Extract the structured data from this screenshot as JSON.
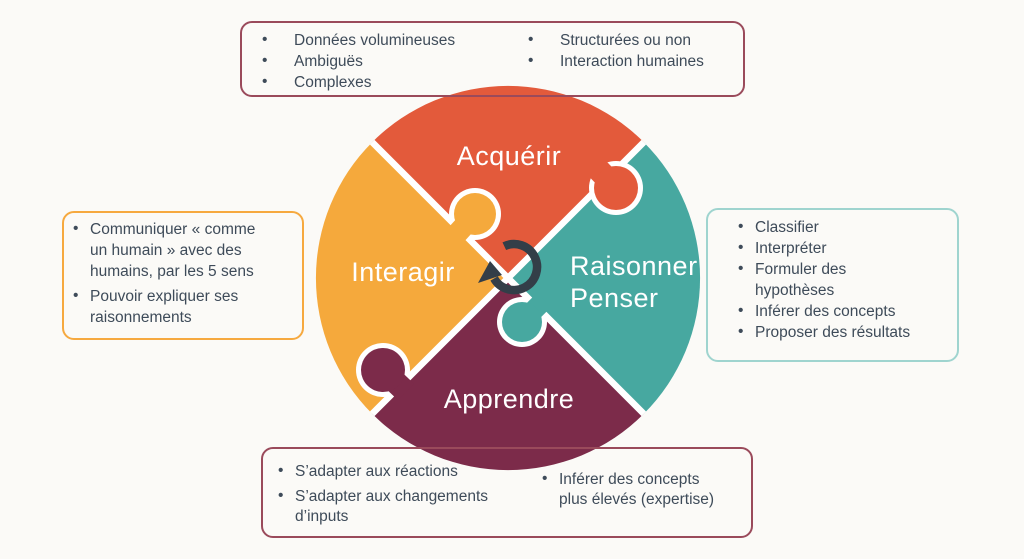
{
  "colors": {
    "orange": "#E35A3B",
    "teal": "#47A8A0",
    "yellow": "#F5A93C",
    "maroon": "#7C2B4A",
    "icon_dark": "#333E48",
    "box_border_maroon": "#9A4A5B",
    "box_border_yellow": "#F6A93F",
    "box_border_teal": "#9FD4CF",
    "text": "#3E4B59",
    "background": "#FBFAF7",
    "gap_white": "#FFFFFF"
  },
  "circle": {
    "center_icon": "cycle-arrow",
    "labels": {
      "acquerir": "Acquérir",
      "raisonner": "Raisonner",
      "penser": "Penser",
      "apprendre": "Apprendre",
      "interagir": "Interagir"
    }
  },
  "boxes": {
    "top": {
      "items1": [
        "Données volumineuses",
        "Ambiguës",
        "Complexes"
      ],
      "items2": [
        "Structurées ou non",
        "Interaction humaines"
      ]
    },
    "left": {
      "items": [
        "Communiquer « comme\nun humain » avec des\nhumains, par les 5 sens",
        "Pouvoir expliquer ses\nraisonnements"
      ]
    },
    "right": {
      "items": [
        "Classifier",
        "Interpréter",
        "Formuler des\nhypothèses",
        "Inférer des concepts",
        "Proposer des résultats"
      ]
    },
    "bottom": {
      "items1": [
        "S’adapter aux réactions",
        "S’adapter aux changements\nd’inputs"
      ],
      "items2": [
        "Inférer des concepts\nplus élevés (expertise)"
      ]
    }
  }
}
